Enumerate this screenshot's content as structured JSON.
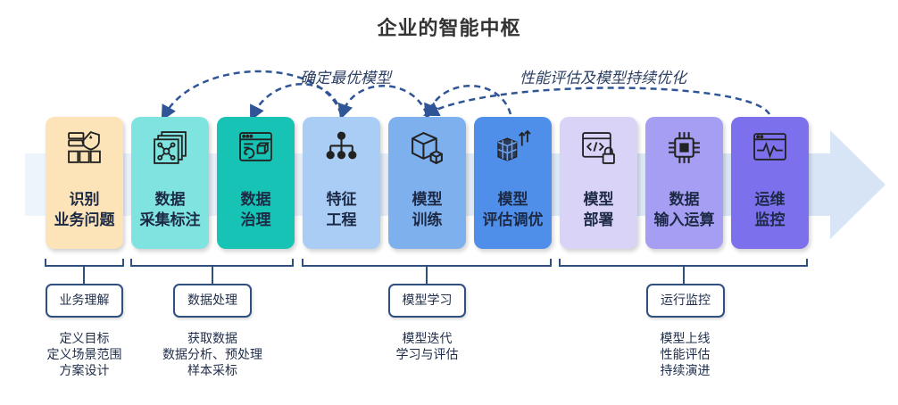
{
  "title": "企业的智能中枢",
  "annotations": {
    "best_model": "确定最优模型",
    "eval_opt": "性能评估及模型持续优化"
  },
  "steps": [
    {
      "lines": [
        "识别",
        "业务问题"
      ],
      "color": "#fde3b8",
      "icon": "server-shield-icon"
    },
    {
      "lines": [
        "数据",
        "采集标注"
      ],
      "color": "#7fe3df",
      "icon": "data-layers-icon"
    },
    {
      "lines": [
        "数据",
        "治理"
      ],
      "color": "#16c3b5",
      "icon": "data-window-icon"
    },
    {
      "lines": [
        "特征",
        "工程"
      ],
      "color": "#a9cdf5",
      "icon": "hierarchy-icon"
    },
    {
      "lines": [
        "模型",
        "训练"
      ],
      "color": "#7fb0ee",
      "icon": "cube-icon"
    },
    {
      "lines": [
        "模型",
        "评估调优"
      ],
      "color": "#4f8fea",
      "icon": "cubes-arrows-icon"
    },
    {
      "lines": [
        "模型",
        "部署"
      ],
      "color": "#d9d3f7",
      "icon": "code-lock-icon"
    },
    {
      "lines": [
        "数据",
        "输入运算"
      ],
      "color": "#a69ef2",
      "icon": "chip-icon"
    },
    {
      "lines": [
        "运维",
        "监控"
      ],
      "color": "#7c70ec",
      "icon": "monitor-pulse-icon"
    }
  ],
  "groups": [
    {
      "label": "业务理解",
      "desc": [
        "定义目标",
        "定义场景范围",
        "方案设计"
      ]
    },
    {
      "label": "数据处理",
      "desc": [
        "获取数据",
        "数据分析、预处理",
        "样本采标"
      ]
    },
    {
      "label": "模型学习",
      "desc": [
        "模型迭代",
        "学习与评估"
      ]
    },
    {
      "label": "运行监控",
      "desc": [
        "模型上线",
        "性能评估",
        "持续演进"
      ]
    }
  ]
}
